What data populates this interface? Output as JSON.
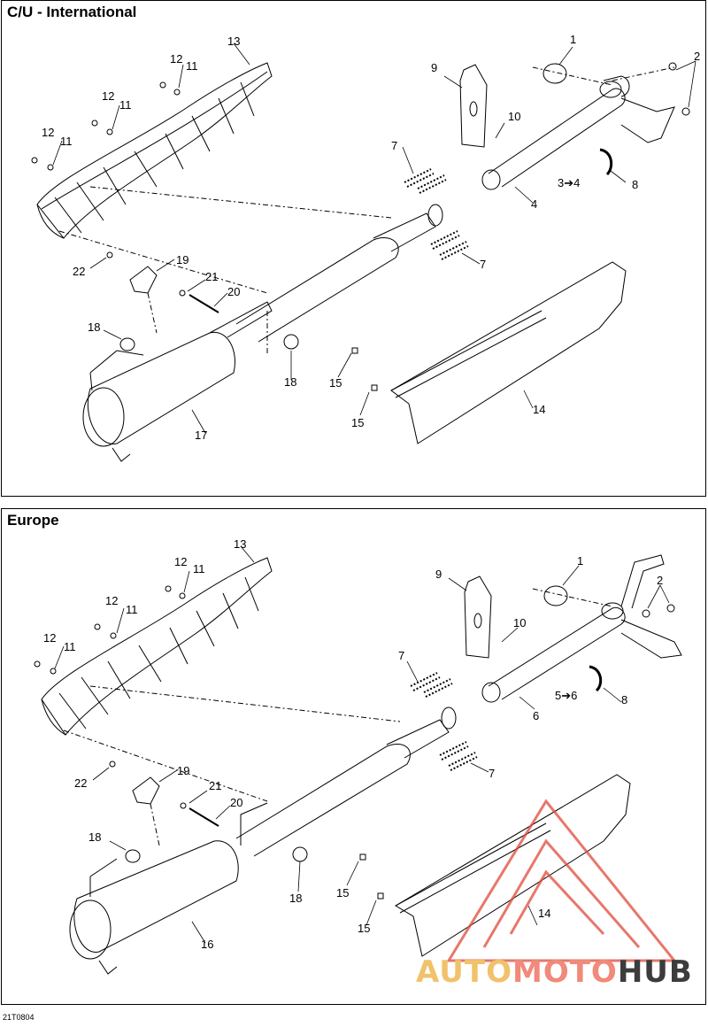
{
  "panels": {
    "top": {
      "title": "C/U - International",
      "labels": {
        "p1": "1",
        "p2": "2",
        "p3to4": "3➔4",
        "p4": "4",
        "p7a": "7",
        "p7b": "7",
        "p8": "8",
        "p9": "9",
        "p10": "10",
        "p11a": "11",
        "p11b": "11",
        "p11c": "11",
        "p12a": "12",
        "p12b": "12",
        "p12c": "12",
        "p13": "13",
        "p14": "14",
        "p15a": "15",
        "p15b": "15",
        "p17": "17",
        "p18a": "18",
        "p18b": "18",
        "p19": "19",
        "p20": "20",
        "p21": "21",
        "p22": "22"
      }
    },
    "bottom": {
      "title": "Europe",
      "labels": {
        "p1": "1",
        "p2": "2",
        "p5to6": "5➔6",
        "p6": "6",
        "p7a": "7",
        "p7b": "7",
        "p8": "8",
        "p9": "9",
        "p10": "10",
        "p11a": "11",
        "p11b": "11",
        "p11c": "11",
        "p12a": "12",
        "p12b": "12",
        "p12c": "12",
        "p13": "13",
        "p14": "14",
        "p15a": "15",
        "p15b": "15",
        "p16": "16",
        "p18a": "18",
        "p18b": "18",
        "p19": "19",
        "p20": "20",
        "p21": "21",
        "p22": "22"
      }
    }
  },
  "diagram_code": "21T0804",
  "watermark": {
    "part1": "AUTO",
    "part2": "MOTO",
    "part3": "HUB"
  },
  "colors": {
    "watermark_red": "#e04a3a",
    "watermark_yellow": "#f1c26b",
    "watermark_dark": "#3c3c3c"
  }
}
